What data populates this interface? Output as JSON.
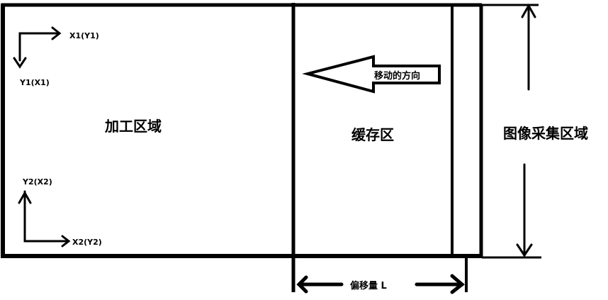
{
  "diagram": {
    "regions": {
      "processing": "加工区域",
      "buffer": "缓存区",
      "image_capture": "图像采集区域"
    },
    "axes": {
      "top_x": "X1(Y1)",
      "top_y": "Y1(X1)",
      "bottom_y": "Y2(X2)",
      "bottom_x": "X2(Y2)"
    },
    "movement_label": "移动的方向",
    "offset_label": "偏移量 L",
    "colors": {
      "line": "#000000",
      "background": "#ffffff"
    }
  }
}
